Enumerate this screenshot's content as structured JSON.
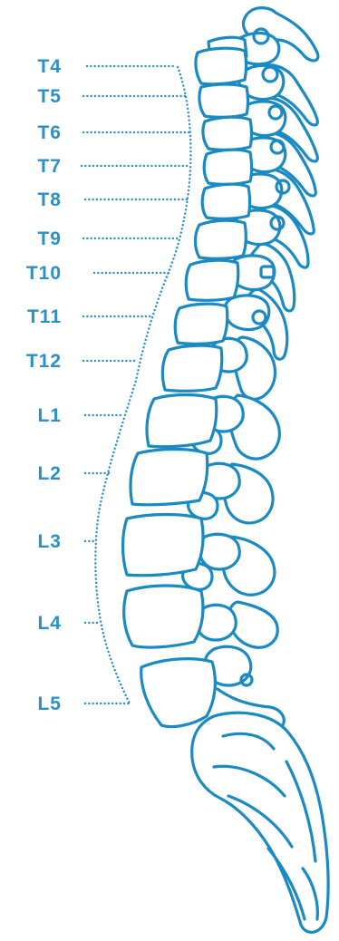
{
  "theme": {
    "accent": "#2b8fc9",
    "bone_stroke": "#1a8ac4",
    "background": "#ffffff"
  },
  "vertebrae": [
    {
      "id": "T4",
      "label": "T4"
    },
    {
      "id": "T5",
      "label": "T5"
    },
    {
      "id": "T6",
      "label": "T6"
    },
    {
      "id": "T7",
      "label": "T7"
    },
    {
      "id": "T8",
      "label": "T8"
    },
    {
      "id": "T9",
      "label": "T9"
    },
    {
      "id": "T10",
      "label": "T10"
    },
    {
      "id": "T11",
      "label": "T11"
    },
    {
      "id": "T12",
      "label": "T12"
    },
    {
      "id": "L1",
      "label": "L1"
    },
    {
      "id": "L2",
      "label": "L2"
    },
    {
      "id": "L3",
      "label": "L3"
    },
    {
      "id": "L4",
      "label": "L4"
    },
    {
      "id": "L5",
      "label": "L5"
    }
  ]
}
